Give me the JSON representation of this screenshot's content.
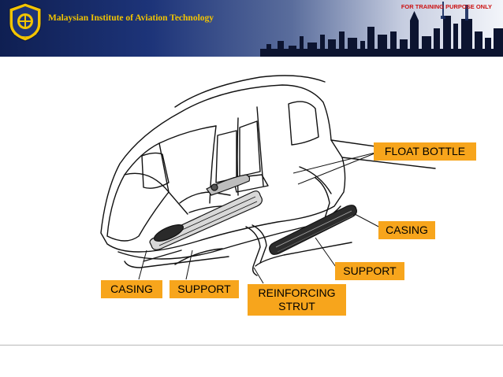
{
  "header": {
    "institute": "Malaysian Institute of Aviation Technology",
    "notice": "FOR TRAINING PURPOSE ONLY"
  },
  "labels": {
    "float_bottle": "FLOAT BOTTLE",
    "casing_right": "CASING",
    "support_right": "SUPPORT",
    "casing_left": "CASING",
    "support_left": "SUPPORT",
    "reinforcing_line1": "REINFORCING",
    "reinforcing_line2": "STRUT"
  },
  "colors": {
    "label_fill": "#f7a51c",
    "header_navy": "#0f1f52",
    "header_text": "#f2c400",
    "notice_text": "#cc1111"
  }
}
